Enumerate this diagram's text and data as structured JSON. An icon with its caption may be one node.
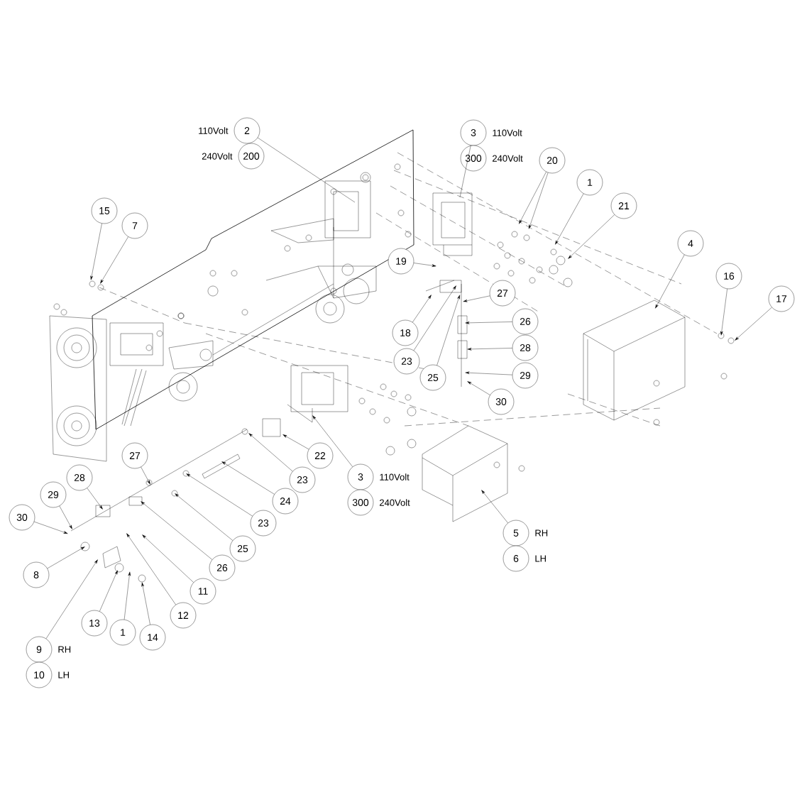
{
  "diagram": {
    "nodes": [
      {
        "text": [
          "2"
        ],
        "beside": [
          "110Volt"
        ]
      },
      {
        "text": [
          "200"
        ],
        "beside": [
          "240Volt"
        ]
      },
      {
        "text": [
          "3"
        ],
        "beside": [
          "110Volt"
        ]
      },
      {
        "text": [
          "300"
        ],
        "beside": [
          "240Volt"
        ]
      },
      {
        "text": [
          "20"
        ]
      },
      {
        "text": [
          "1"
        ]
      },
      {
        "text": [
          "21"
        ]
      },
      {
        "text": [
          "15"
        ]
      },
      {
        "text": [
          "7"
        ]
      },
      {
        "text": [
          "4"
        ]
      },
      {
        "text": [
          "19"
        ]
      },
      {
        "text": [
          "16"
        ]
      },
      {
        "text": [
          "17"
        ]
      },
      {
        "text": [
          "27"
        ]
      },
      {
        "text": [
          "26"
        ]
      },
      {
        "text": [
          "18"
        ]
      },
      {
        "text": [
          "28"
        ]
      },
      {
        "text": [
          "23"
        ]
      },
      {
        "text": [
          "25"
        ]
      },
      {
        "text": [
          "29"
        ]
      },
      {
        "text": [
          "30"
        ]
      },
      {
        "text": [
          "27"
        ]
      },
      {
        "text": [
          "22"
        ]
      },
      {
        "text": [
          "3"
        ],
        "beside": [
          "110Volt"
        ]
      },
      {
        "text": [
          "300"
        ],
        "beside": [
          "240Volt"
        ]
      },
      {
        "text": [
          "28"
        ]
      },
      {
        "text": [
          "23"
        ]
      },
      {
        "text": [
          "29"
        ]
      },
      {
        "text": [
          "24"
        ]
      },
      {
        "text": [
          "23"
        ]
      },
      {
        "text": [
          "30"
        ]
      },
      {
        "text": [
          "5"
        ],
        "beside": [
          "RH"
        ]
      },
      {
        "text": [
          "25"
        ]
      },
      {
        "text": [
          "6"
        ],
        "beside": [
          "LH"
        ]
      },
      {
        "text": [
          "8"
        ]
      },
      {
        "text": [
          "26"
        ]
      },
      {
        "text": [
          "11"
        ]
      },
      {
        "text": [
          "12"
        ]
      },
      {
        "text": [
          "13"
        ]
      },
      {
        "text": [
          "1"
        ]
      },
      {
        "text": [
          "14"
        ]
      },
      {
        "text": [
          "9"
        ],
        "beside": [
          "RH"
        ]
      },
      {
        "text": [
          "10"
        ],
        "beside": [
          "LH"
        ]
      }
    ],
    "edges": [
      {
        "from": 0,
        "to": null,
        "arrow": "none"
      },
      {
        "from": 2,
        "to": null,
        "arrow": "none"
      },
      {
        "from": 4,
        "to": null,
        "arrow": "to"
      },
      {
        "from": 4,
        "to": null,
        "arrow": "to"
      },
      {
        "from": 5,
        "to": null,
        "arrow": "to"
      },
      {
        "from": 6,
        "to": null,
        "arrow": "to"
      },
      {
        "from": 7,
        "to": null,
        "arrow": "to"
      },
      {
        "from": 8,
        "to": null,
        "arrow": "to"
      },
      {
        "from": 9,
        "to": null,
        "arrow": "to"
      },
      {
        "from": 10,
        "to": null,
        "arrow": "to"
      },
      {
        "from": 11,
        "to": null,
        "arrow": "to"
      },
      {
        "from": 12,
        "to": null,
        "arrow": "to"
      },
      {
        "from": 13,
        "to": null,
        "arrow": "to"
      },
      {
        "from": 14,
        "to": null,
        "arrow": "to"
      },
      {
        "from": 15,
        "to": null,
        "arrow": "to"
      },
      {
        "from": 16,
        "to": null,
        "arrow": "to"
      },
      {
        "from": 17,
        "to": null,
        "arrow": "to"
      },
      {
        "from": 18,
        "to": null,
        "arrow": "to"
      },
      {
        "from": 19,
        "to": null,
        "arrow": "to"
      },
      {
        "from": 20,
        "to": null,
        "arrow": "to"
      },
      {
        "from": 21,
        "to": null,
        "arrow": "to"
      },
      {
        "from": 22,
        "to": null,
        "arrow": "to"
      },
      {
        "from": 23,
        "to": null,
        "arrow": "to"
      },
      {
        "from": 25,
        "to": null,
        "arrow": "to"
      },
      {
        "from": 26,
        "to": null,
        "arrow": "to"
      },
      {
        "from": 27,
        "to": null,
        "arrow": "to"
      },
      {
        "from": 28,
        "to": null,
        "arrow": "to"
      },
      {
        "from": 29,
        "to": null,
        "arrow": "to"
      },
      {
        "from": 30,
        "to": null,
        "arrow": "to"
      },
      {
        "from": 31,
        "to": null,
        "arrow": "to"
      },
      {
        "from": 32,
        "to": null,
        "arrow": "to"
      },
      {
        "from": 34,
        "to": null,
        "arrow": "to"
      },
      {
        "from": 35,
        "to": null,
        "arrow": "to"
      },
      {
        "from": 36,
        "to": null,
        "arrow": "to"
      },
      {
        "from": 37,
        "to": null,
        "arrow": "to"
      },
      {
        "from": 38,
        "to": null,
        "arrow": "to"
      },
      {
        "from": 39,
        "to": null,
        "arrow": "to"
      },
      {
        "from": 40,
        "to": null,
        "arrow": "to"
      },
      {
        "from": 41,
        "to": null,
        "arrow": "to"
      }
    ]
  }
}
